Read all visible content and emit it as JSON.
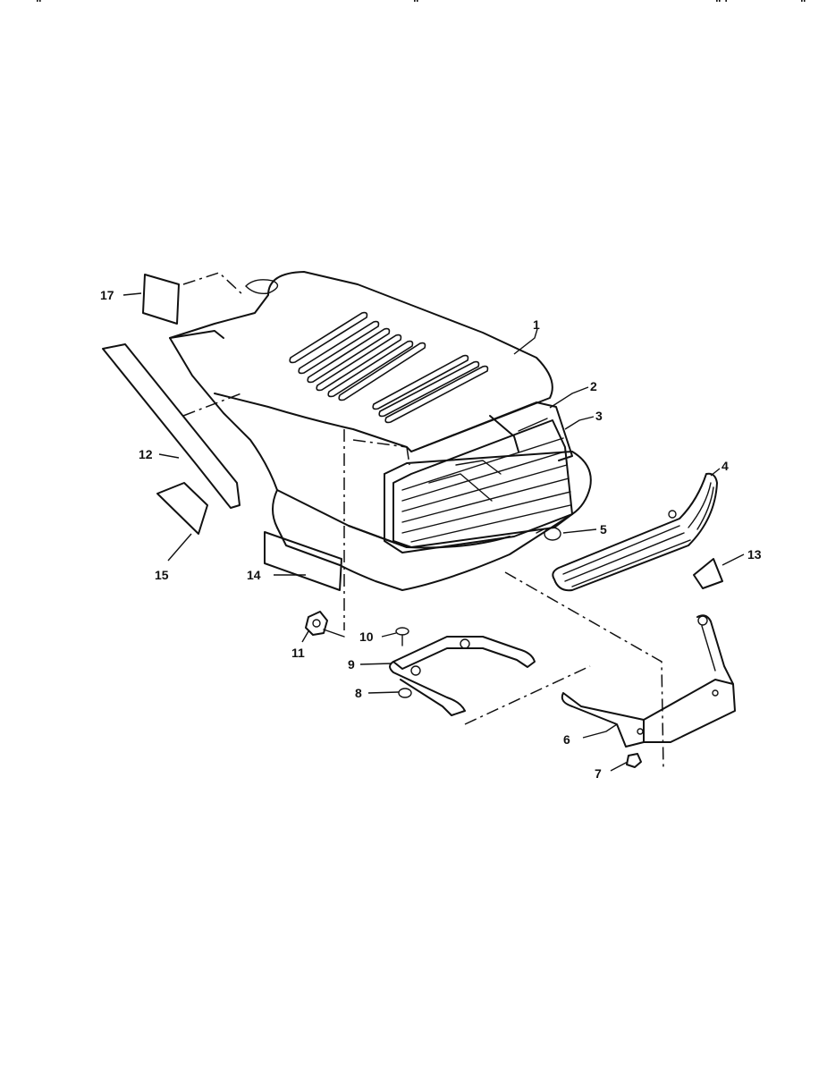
{
  "header": {
    "marks": [
      "\"",
      "\"",
      "\" '",
      "\""
    ]
  },
  "callouts": [
    {
      "id": "1",
      "text": "1"
    },
    {
      "id": "2",
      "text": "2"
    },
    {
      "id": "3",
      "text": "3"
    },
    {
      "id": "4",
      "text": "4"
    },
    {
      "id": "5",
      "text": "5"
    },
    {
      "id": "6",
      "text": "6"
    },
    {
      "id": "7",
      "text": "7"
    },
    {
      "id": "8",
      "text": "8"
    },
    {
      "id": "9",
      "text": "9"
    },
    {
      "id": "10",
      "text": "10"
    },
    {
      "id": "11",
      "text": "11"
    },
    {
      "id": "12",
      "text": "12"
    },
    {
      "id": "13",
      "text": "13"
    },
    {
      "id": "14",
      "text": "14"
    },
    {
      "id": "15",
      "text": "15"
    },
    {
      "id": "17",
      "text": "17"
    }
  ],
  "colors": {
    "ink": "#111111",
    "paper": "#ffffff"
  }
}
